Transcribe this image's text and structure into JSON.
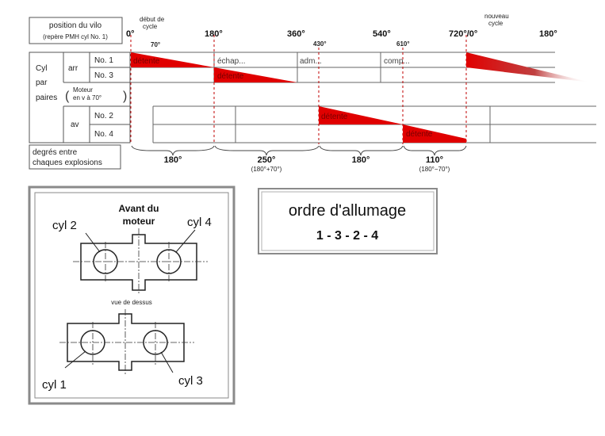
{
  "timing": {
    "header_line1": "position du vilo",
    "header_line2": "(repère PMH cyl No. 1)",
    "debut_cycle_1": "début de",
    "debut_cycle_2": "cycle",
    "nouveau_cycle_1": "nouveau",
    "nouveau_cycle_2": "cycle",
    "angles": [
      "0°",
      "180°",
      "360°",
      "540°",
      "720°/0°",
      "180°"
    ],
    "small_angles": [
      "70°",
      "430°",
      "610°"
    ],
    "group_cyl": "Cyl",
    "group_par": "par",
    "group_paires": "paires",
    "motor_note_1": "Moteur",
    "motor_note_2": "en v à 70°",
    "bank_arr": "arr",
    "bank_av": "av",
    "rows": [
      "No. 1",
      "No. 3",
      "No. 2",
      "No. 4"
    ],
    "phases": {
      "detente": "détente",
      "echap": "échap...",
      "adm": "adm...",
      "comp": "comp..."
    },
    "intervals_label_1": "degrés entre",
    "intervals_label_2": "chaques explosions",
    "intervals": [
      "180°",
      "250°",
      "180°",
      "110°"
    ],
    "interval_notes": [
      "(180°+70°)",
      "(180°−70°)"
    ],
    "colors": {
      "power": "#e00000",
      "grid": "#555555"
    }
  },
  "engine": {
    "front_1": "Avant du",
    "front_2": "moteur",
    "view": "vue de dessus",
    "cylinders": [
      "cyl 2",
      "cyl 4",
      "cyl 1",
      "cyl 3"
    ]
  },
  "firing": {
    "title": "ordre d'allumage",
    "order": "1 - 3 - 2 - 4"
  }
}
